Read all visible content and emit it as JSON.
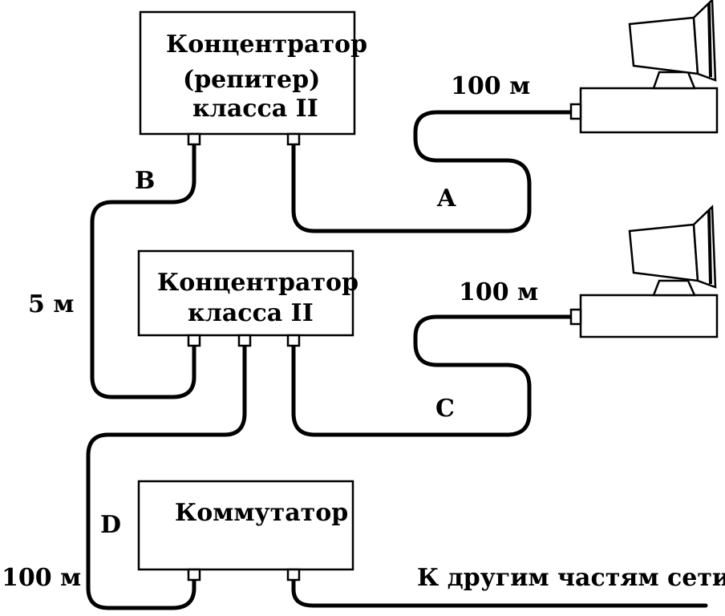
{
  "hub_repeater": {
    "line1": "Концентратор",
    "line2": "(репитер)",
    "line3": "класса II"
  },
  "hub_middle": {
    "line1": "Концентратор",
    "line2": "класса II"
  },
  "switch": {
    "label": "Коммутатор"
  },
  "cables": {
    "A": {
      "letter": "A",
      "length": "100 м"
    },
    "B": {
      "letter": "B",
      "length": "5 м"
    },
    "C": {
      "letter": "C",
      "length": "100 м"
    },
    "D": {
      "letter": "D",
      "length": "100 м"
    }
  },
  "network_label": "К другим частям сети"
}
